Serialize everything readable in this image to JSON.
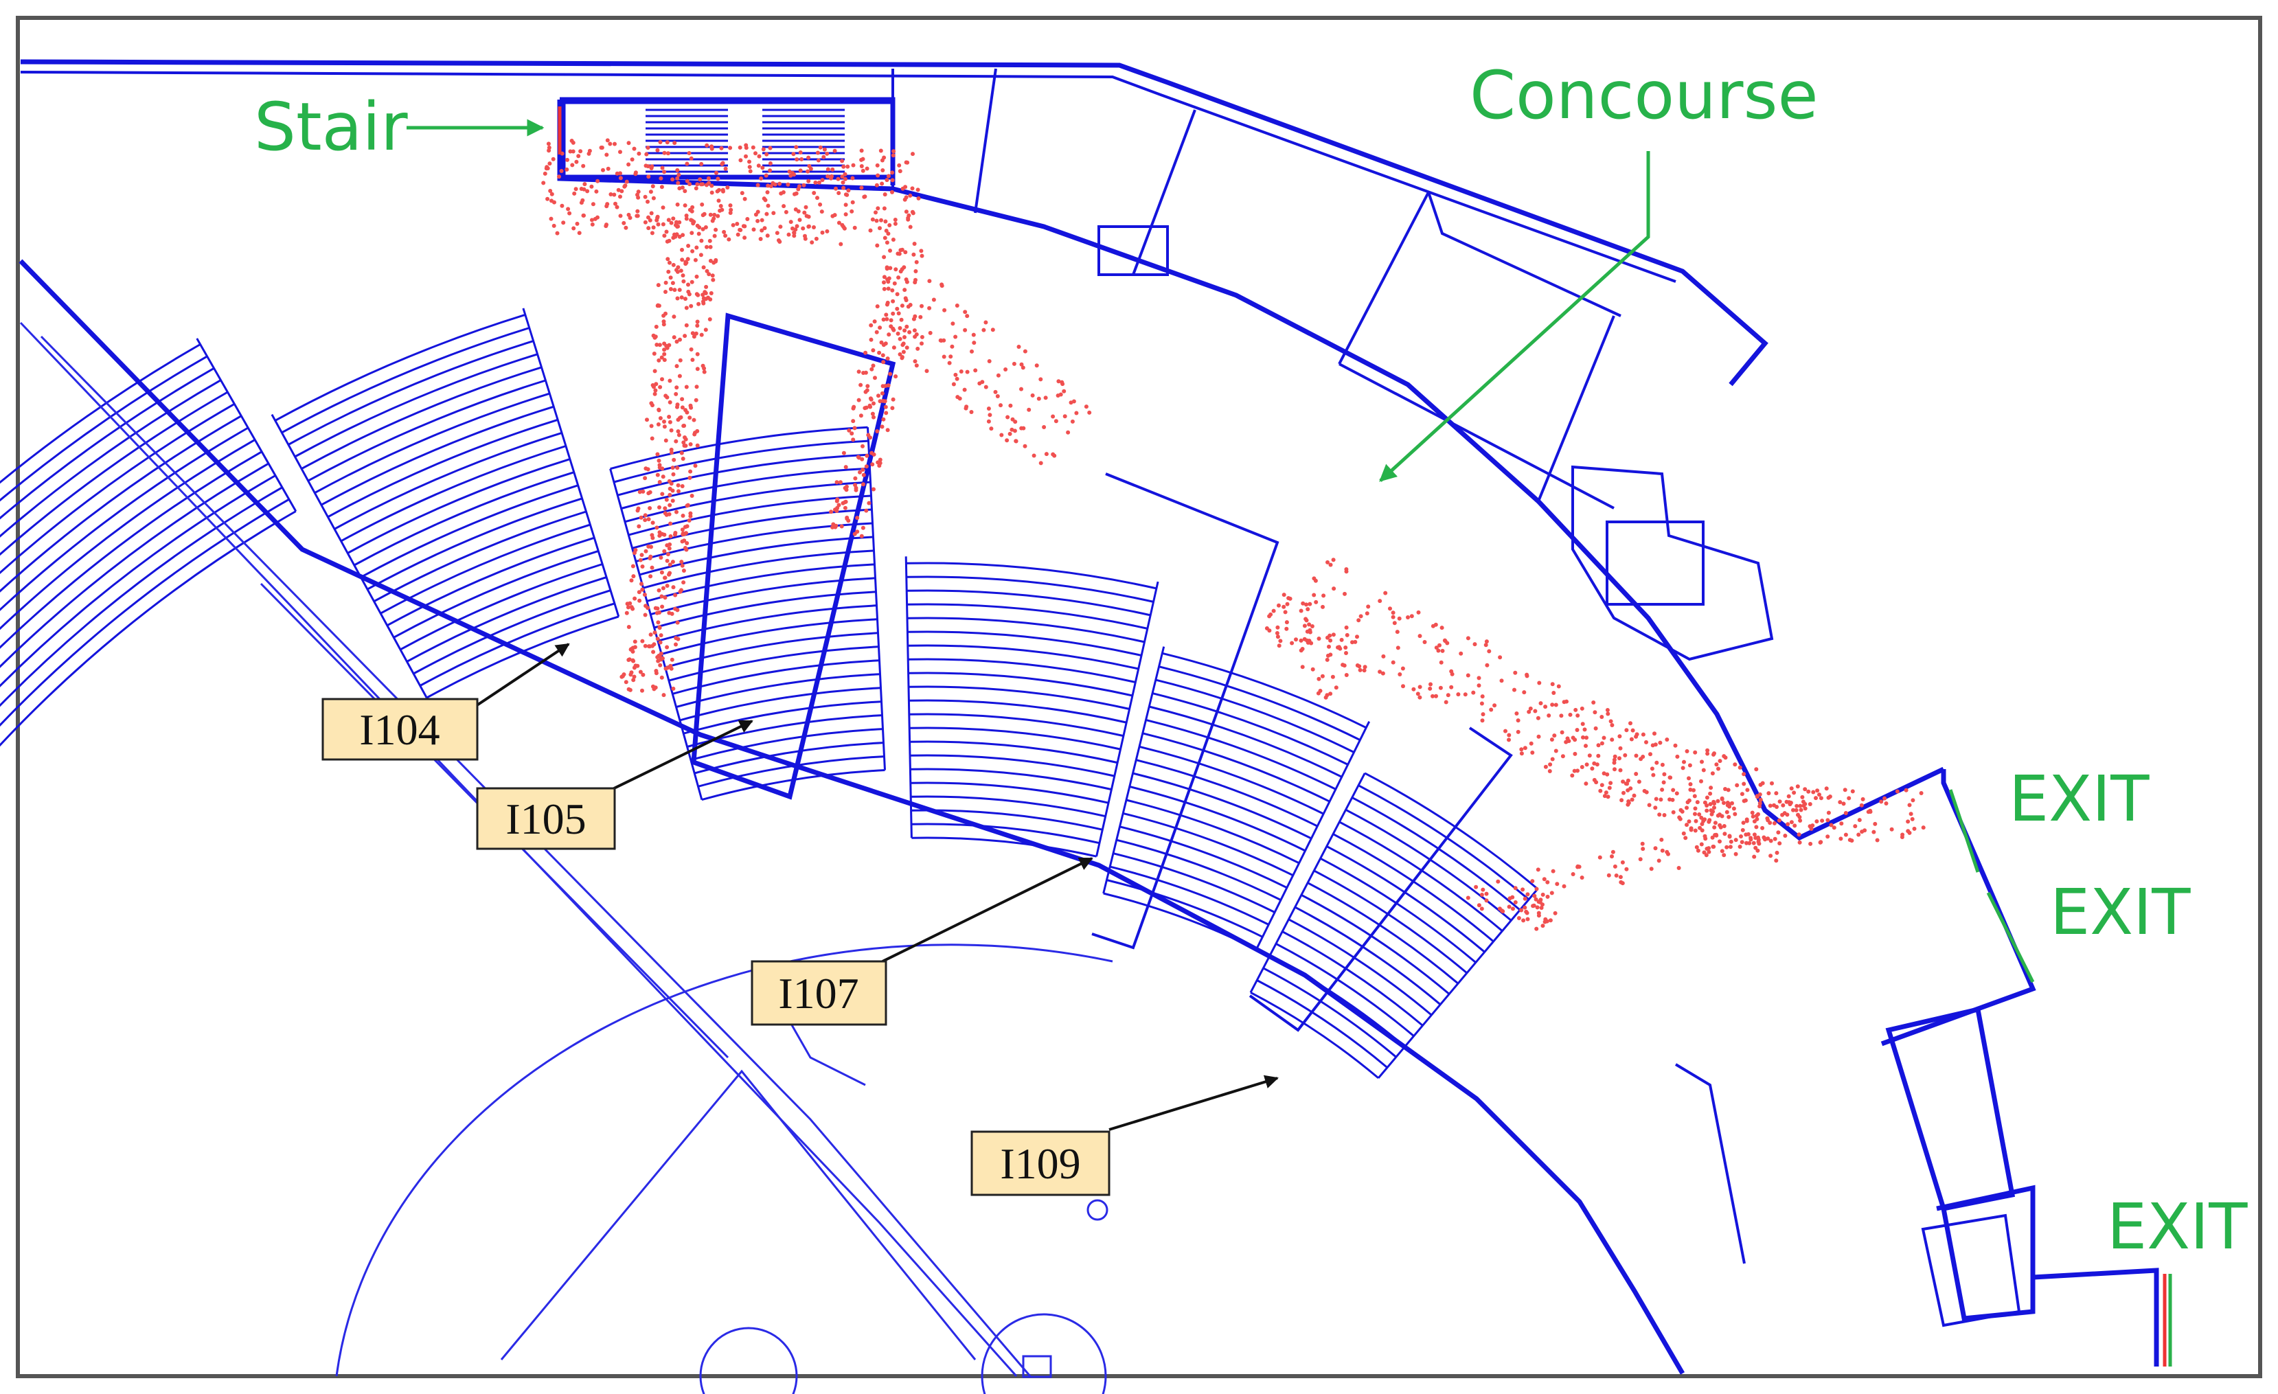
{
  "labels": {
    "stair": "Stair",
    "concourse": "Concourse",
    "exits": [
      "EXIT",
      "EXIT",
      "EXIT"
    ]
  },
  "sections": [
    "I104",
    "I105",
    "I107",
    "I109"
  ],
  "colors": {
    "plan": "#1414dc",
    "crowd": "#f05050",
    "annotation": "#27b24a",
    "section_box": "#fde7b4"
  }
}
